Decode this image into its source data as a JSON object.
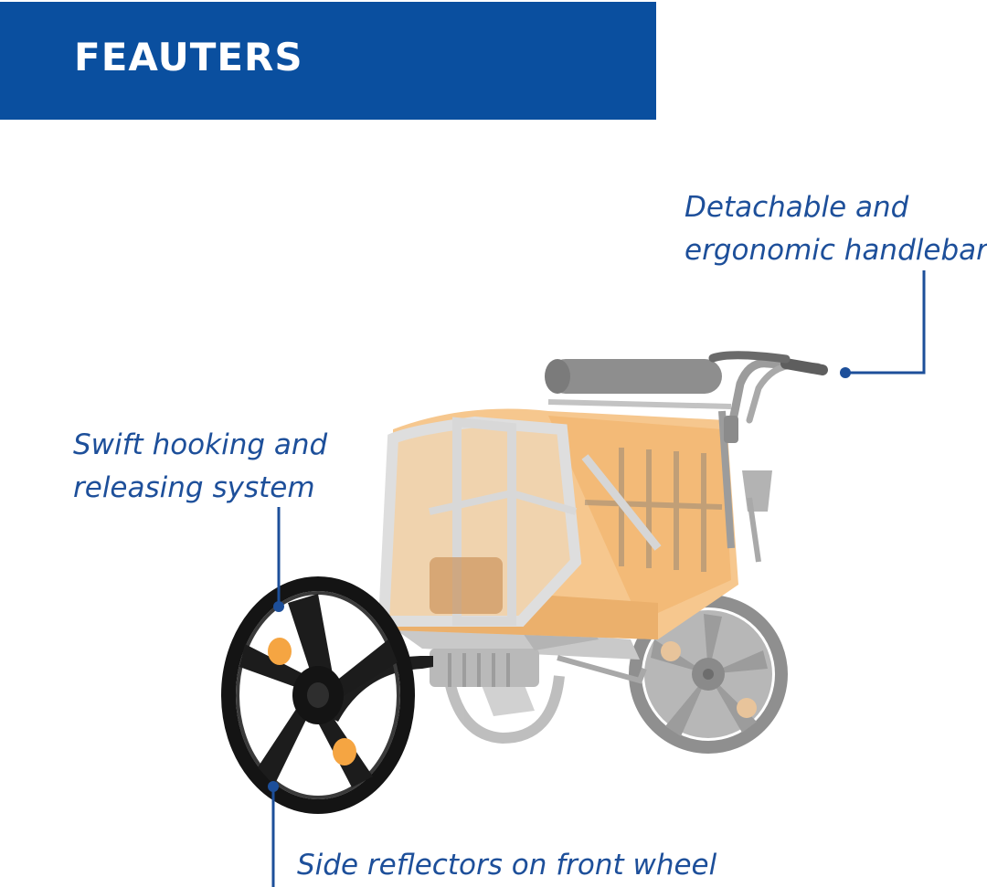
{
  "header": {
    "title": "FEAUTERS"
  },
  "callouts": {
    "handlebar": {
      "line1": "Detachable and",
      "line2": "ergonomic handlebar"
    },
    "hook": {
      "line1": "Swift hooking and",
      "line2": "releasing system"
    },
    "reflector": {
      "line1": "Side reflectors on front wheel"
    }
  },
  "colors": {
    "banner": "#0a4f9f",
    "callout_text": "#1d4f9a",
    "callout_line": "#1d4f9a",
    "trailer_fabric": "#f6c78e",
    "reflector": "#f5a542",
    "wheel": "#1a1a1a",
    "faded_wheel": "#9a9a9a"
  },
  "image": {
    "subject": "bike-trailer-stroller-icon"
  }
}
